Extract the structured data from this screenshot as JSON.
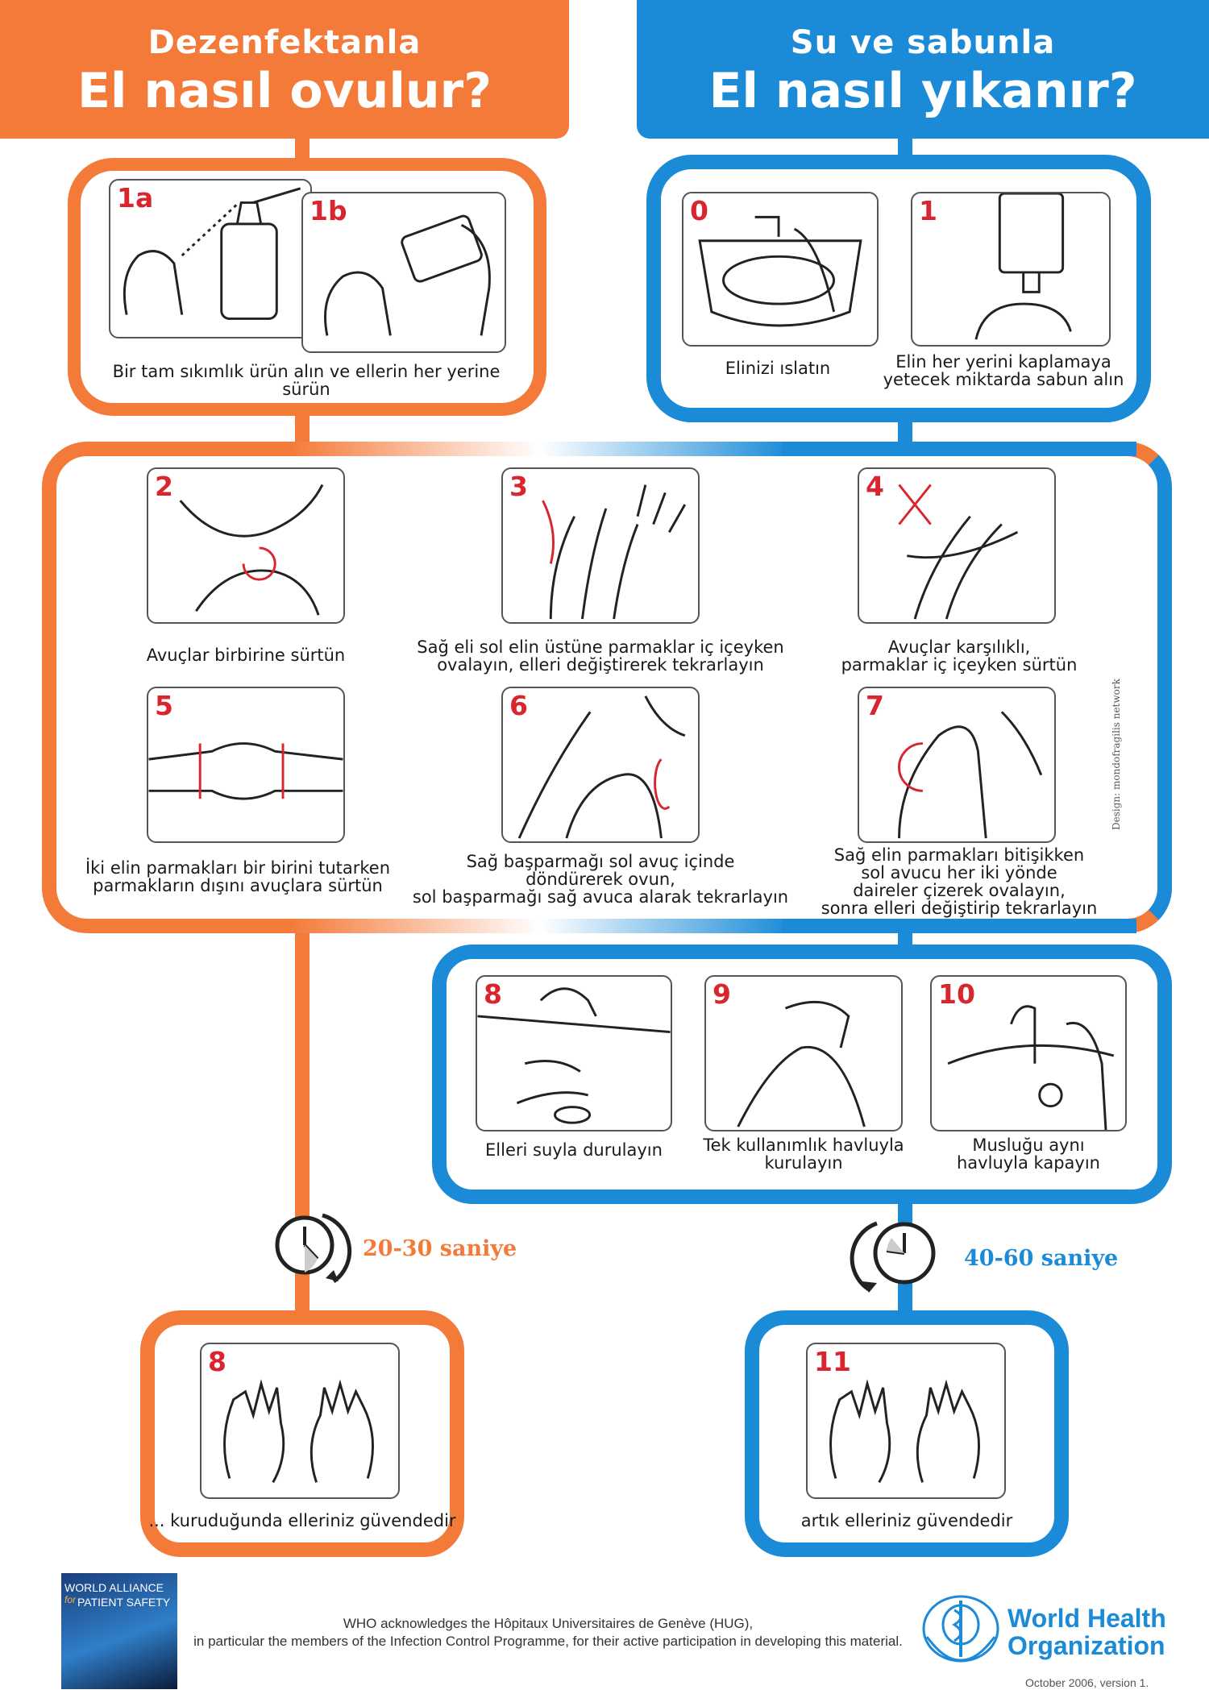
{
  "rub": {
    "subtitle": "Dezenfektanla",
    "title": "El nasıl ovulur?",
    "step1a_label": "1a",
    "step1b_label": "1b",
    "step1_caption": "Bir tam sıkımlık ürün alın ve ellerin her yerine sürün",
    "timer": "20-30 saniye",
    "final_label": "8",
    "final_caption": "... kuruduğunda elleriniz güvendedir"
  },
  "wash": {
    "subtitle": "Su ve sabunla",
    "title": "El nasıl yıkanır?",
    "step0_label": "0",
    "step0_caption": "Elinizi ıslatın",
    "step1_label": "1",
    "step1_caption": "Elin her yerini kaplamaya\nyetecek miktarda sabun alın",
    "timer": "40-60 saniye",
    "final_label": "11",
    "final_caption": "artık elleriniz güvendedir"
  },
  "shared_steps": [
    {
      "label": "2",
      "caption": "Avuçlar birbirine sürtün"
    },
    {
      "label": "3",
      "caption": "Sağ eli sol elin üstüne parmaklar iç içeyken\novalayın, elleri değiştirerek tekrarlayın"
    },
    {
      "label": "4",
      "caption": "Avuçlar karşılıklı,\nparmaklar iç içeyken sürtün"
    },
    {
      "label": "5",
      "caption": "İki elin parmakları bir birini tutarken\nparmakların dışını avuçlara sürtün"
    },
    {
      "label": "6",
      "caption": "Sağ başparmağı sol avuç içinde\ndöndürerek ovun,\nsol başparmağı sağ avuca alarak tekrarlayın"
    },
    {
      "label": "7",
      "caption": "Sağ elin parmakları bitişikken\nsol avucu her iki yönde\ndaireler çizerek ovalayın,\nsonra elleri değiştirip tekrarlayın"
    }
  ],
  "wash_steps": [
    {
      "label": "8",
      "caption": "Elleri suyla durulayın"
    },
    {
      "label": "9",
      "caption": "Tek kullanımlık havluyla\nkurulayın"
    },
    {
      "label": "10",
      "caption": "Musluğu aynı\nhavluyla kapayın"
    }
  ],
  "footer": {
    "alliance_line1": "WORLD ALLIANCE",
    "alliance_line2": "for",
    "alliance_line3": "PATIENT SAFETY",
    "acknowledgement": "WHO acknowledges the Hôpitaux Universitaires de Genève (HUG),\nin particular the members of the Infection Control Programme, for their active participation in developing this material.",
    "who_line1": "World Health",
    "who_line2": "Organization",
    "version": "October 2006, version 1.",
    "design_credit": "Design: mondofragilis network"
  },
  "colors": {
    "orange": "#f47a3a",
    "blue": "#1b8bd8",
    "red": "#d9262e"
  }
}
